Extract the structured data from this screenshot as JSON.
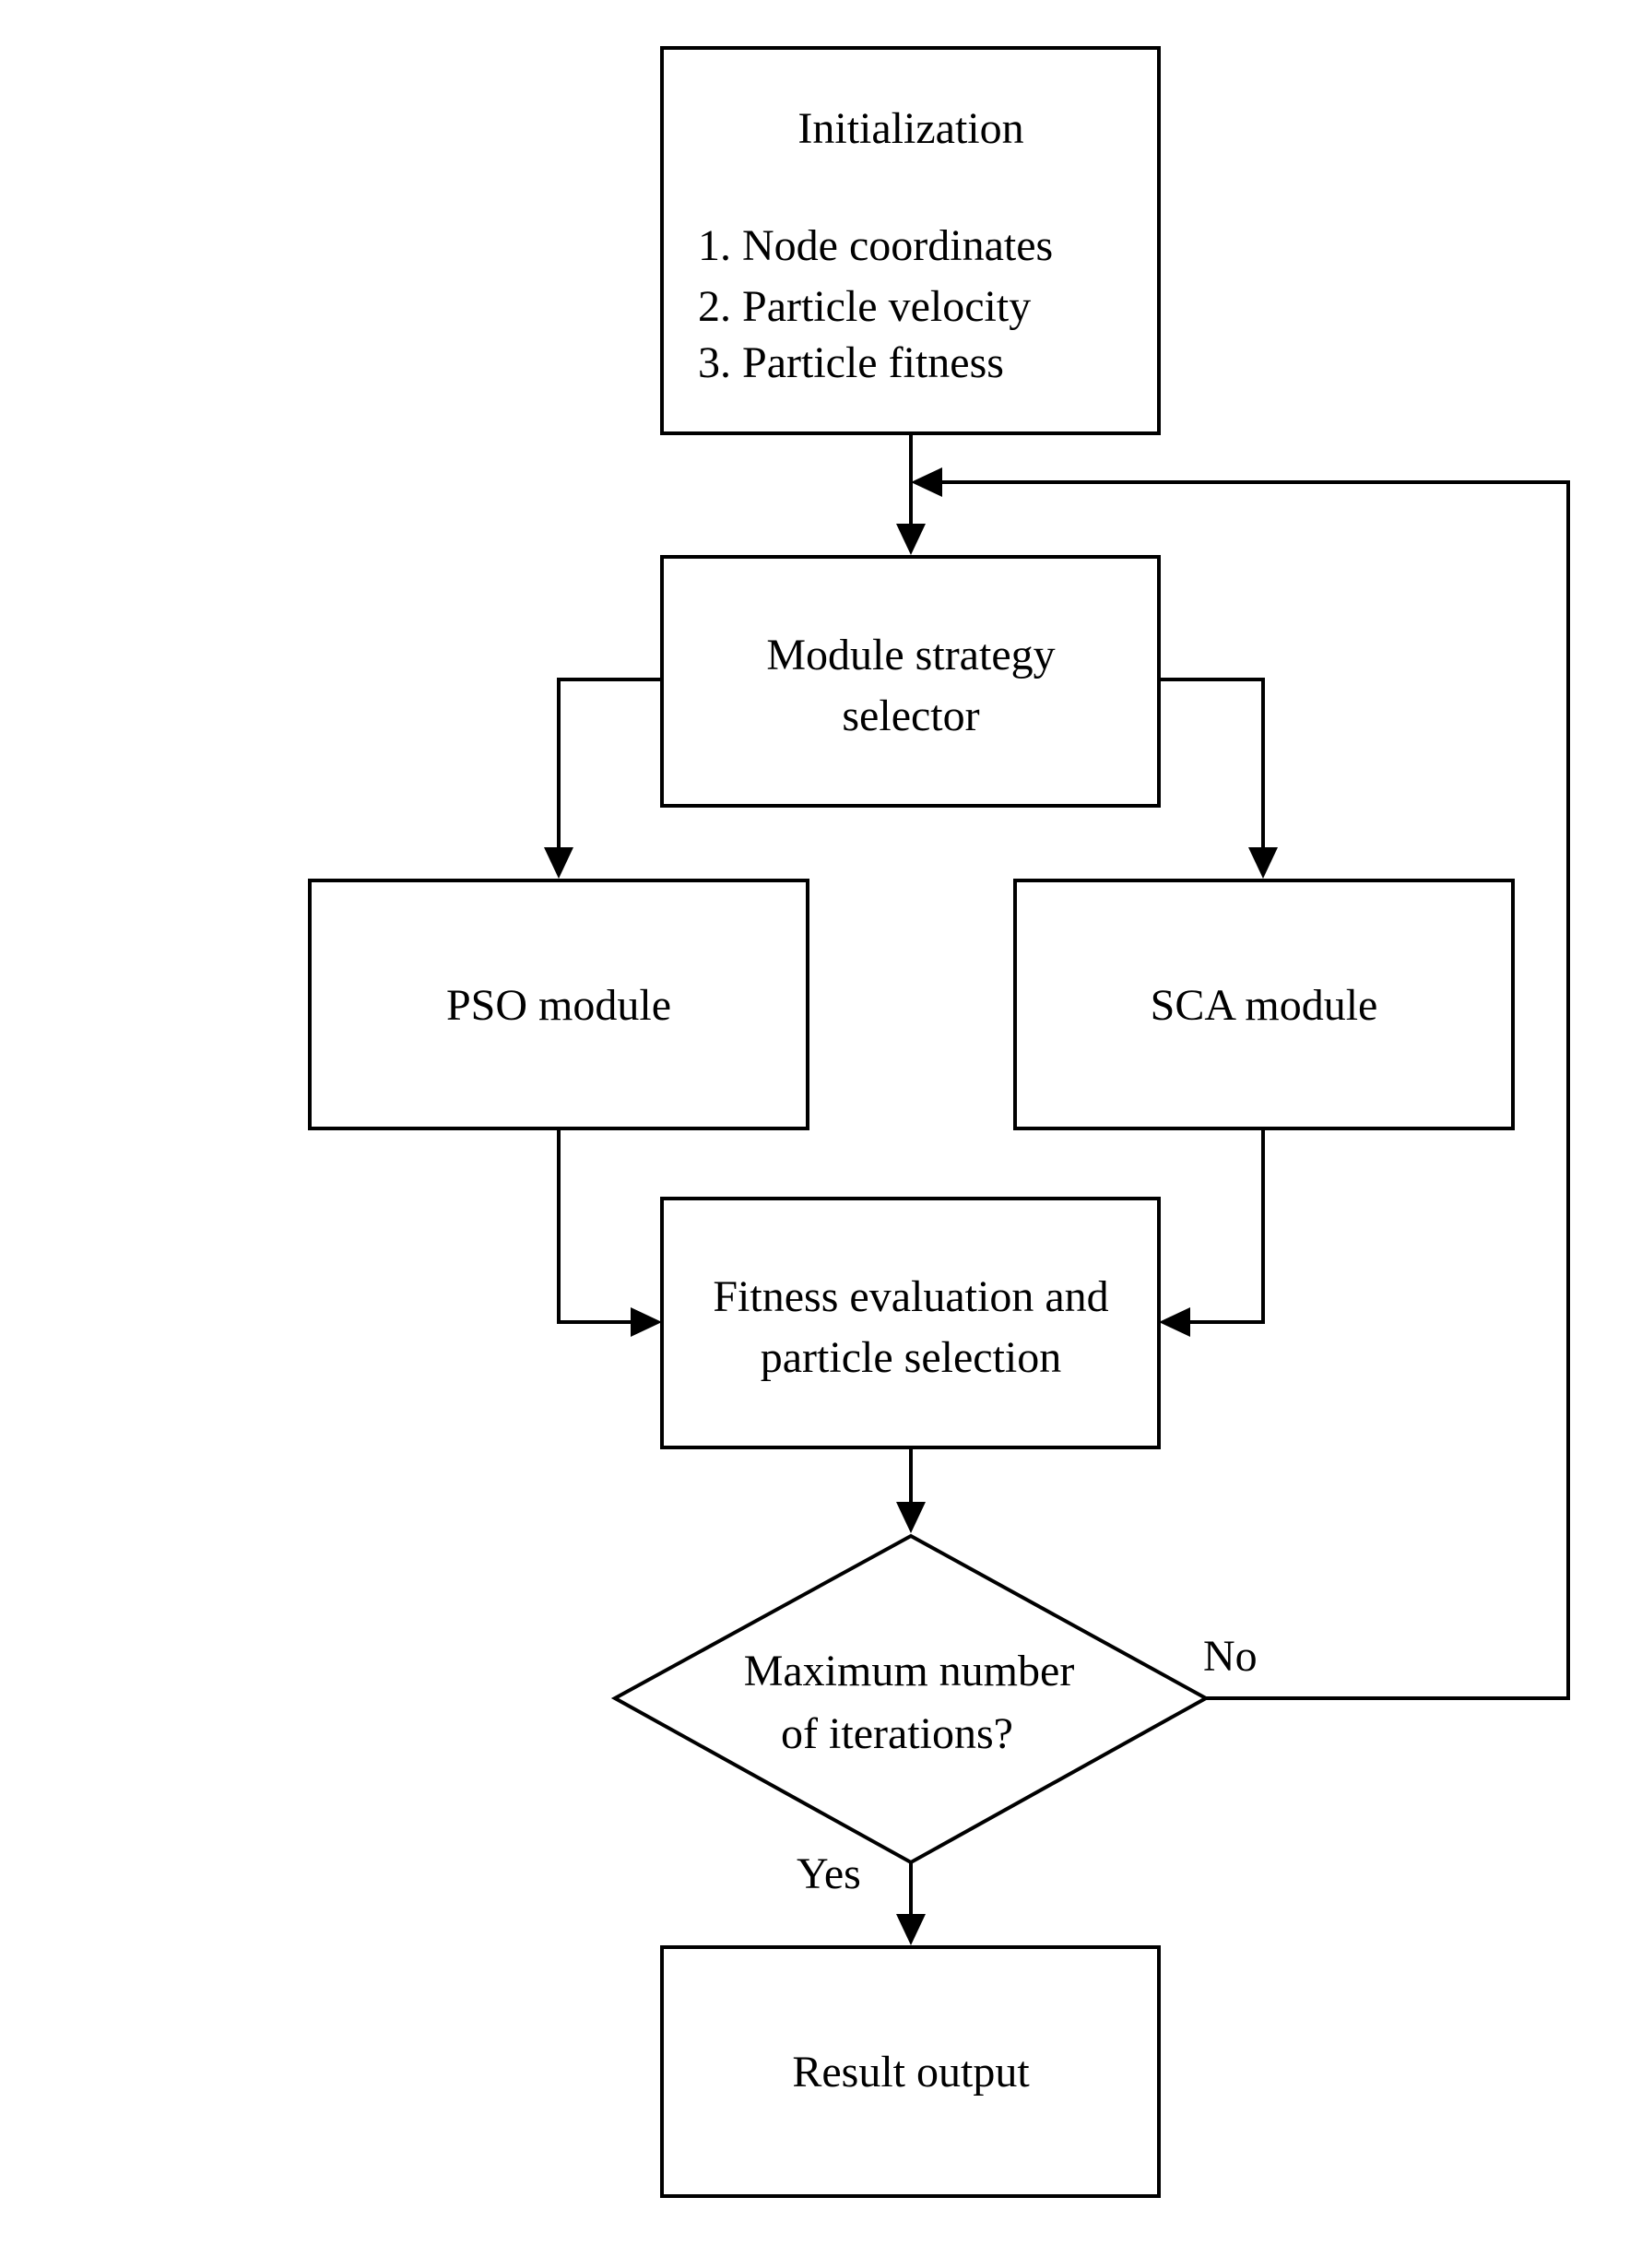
{
  "nodes": {
    "initialization": {
      "title": "Initialization",
      "items": [
        "1. Node coordinates",
        "2. Particle velocity",
        "3. Particle fitness"
      ]
    },
    "selector": {
      "lines": [
        "Module strategy",
        "selector"
      ]
    },
    "pso": {
      "label": "PSO module"
    },
    "sca": {
      "label": "SCA module"
    },
    "fitness": {
      "lines": [
        "Fitness evaluation and",
        "particle selection"
      ]
    },
    "decision": {
      "lines": [
        "Maximum number",
        "of iterations?"
      ]
    },
    "result": {
      "label": "Result output"
    }
  },
  "edge_labels": {
    "no": "No",
    "yes": "Yes"
  },
  "colors": {
    "stroke": "#000000",
    "background": "#ffffff"
  }
}
